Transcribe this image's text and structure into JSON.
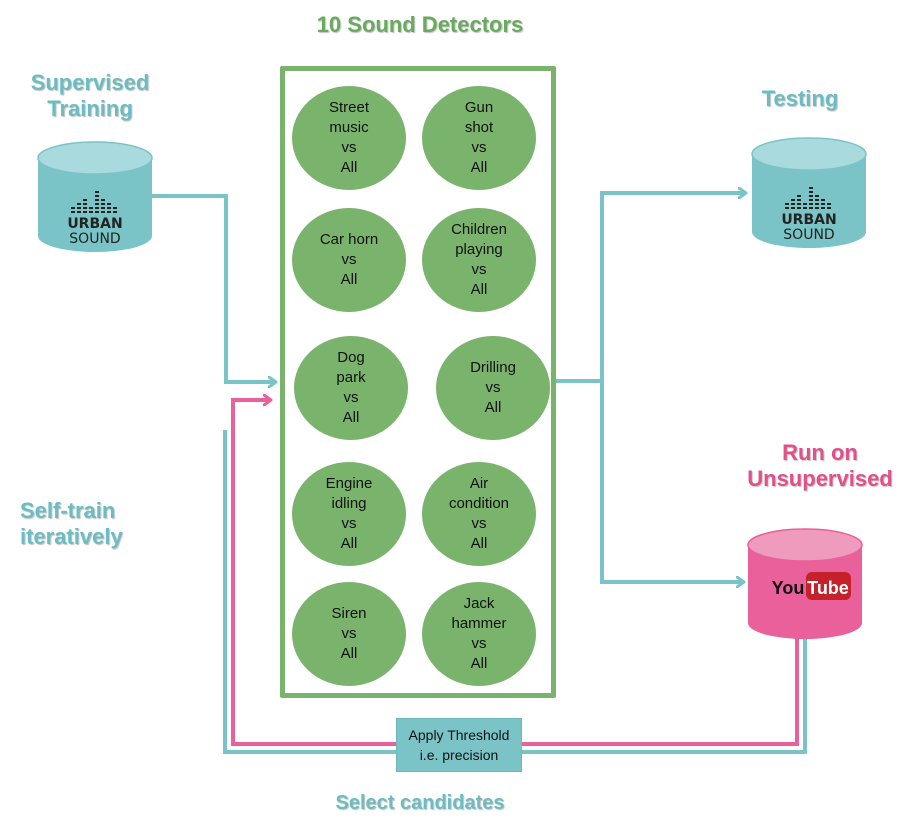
{
  "title": "10 Sound Detectors",
  "labels": {
    "supervised_training": "Supervised\nTraining",
    "testing": "Testing",
    "run_on_unsupervised": "Run on\nUnsupervised",
    "self_train": "Self-train\niteratively",
    "select_candidates": "Select candidates"
  },
  "datasets": {
    "train": {
      "logo_top": "URBAN",
      "logo_bottom": "SOUND"
    },
    "test": {
      "logo_top": "URBAN",
      "logo_bottom": "SOUND"
    },
    "unsupervised": {
      "logo_left": "You",
      "logo_right": "Tube"
    }
  },
  "detectors": [
    {
      "label": "Street\nmusic\nvs\nAll"
    },
    {
      "label": "Gun\nshot\nvs\nAll"
    },
    {
      "label": "Car horn\nvs\nAll"
    },
    {
      "label": "Children\nplaying\nvs\nAll"
    },
    {
      "label": "Dog\npark\nvs\nAll"
    },
    {
      "label": "Drilling\nvs\nAll"
    },
    {
      "label": "Engine\nidling\nvs\nAll"
    },
    {
      "label": "Air\ncondition\nvs\nAll"
    },
    {
      "label": "Siren\nvs\nAll"
    },
    {
      "label": "Jack\nhammer\nvs\nAll"
    }
  ],
  "threshold_box": "Apply Threshold\ni.e. precision",
  "colors": {
    "teal": "#7ac4c8",
    "green": "#7ab46c",
    "pink": "#e9609a"
  }
}
